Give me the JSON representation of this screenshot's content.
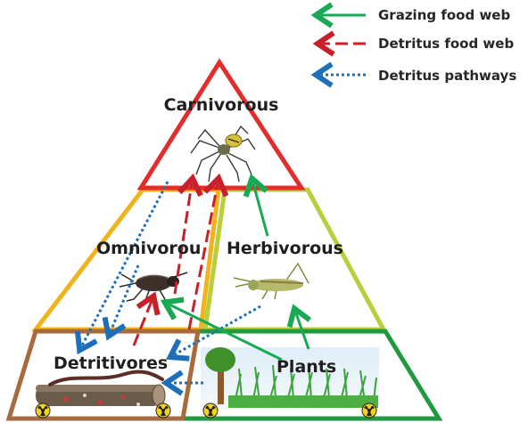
{
  "legend": {
    "grazing": {
      "label": "Grazing food web",
      "color": "#19a955"
    },
    "detritus_web": {
      "label": "Detritus food web",
      "color": "#c8202a"
    },
    "detritus_path": {
      "label": "Detritus pathways",
      "color": "#1e6fba"
    }
  },
  "levels": {
    "carnivorous": {
      "label": "Carnivorous",
      "color": "#e22d2a",
      "icon": "spider-icon"
    },
    "omnivorous": {
      "label": "Omnivorou",
      "color": "#f2b21b",
      "icon": "cricket-icon"
    },
    "herbivorous": {
      "label": "Herbivorous",
      "color": "#b7cf3b",
      "icon": "grasshopper-icon"
    },
    "detritivores": {
      "label": "Detritivores",
      "color": "#a86b3d",
      "icon": "earthworm-log-icon"
    },
    "plants": {
      "label": "Plants",
      "color": "#1f9a3f",
      "icon": "tree-grass-icon"
    }
  },
  "badges": {
    "icon": "radiation-icon"
  }
}
